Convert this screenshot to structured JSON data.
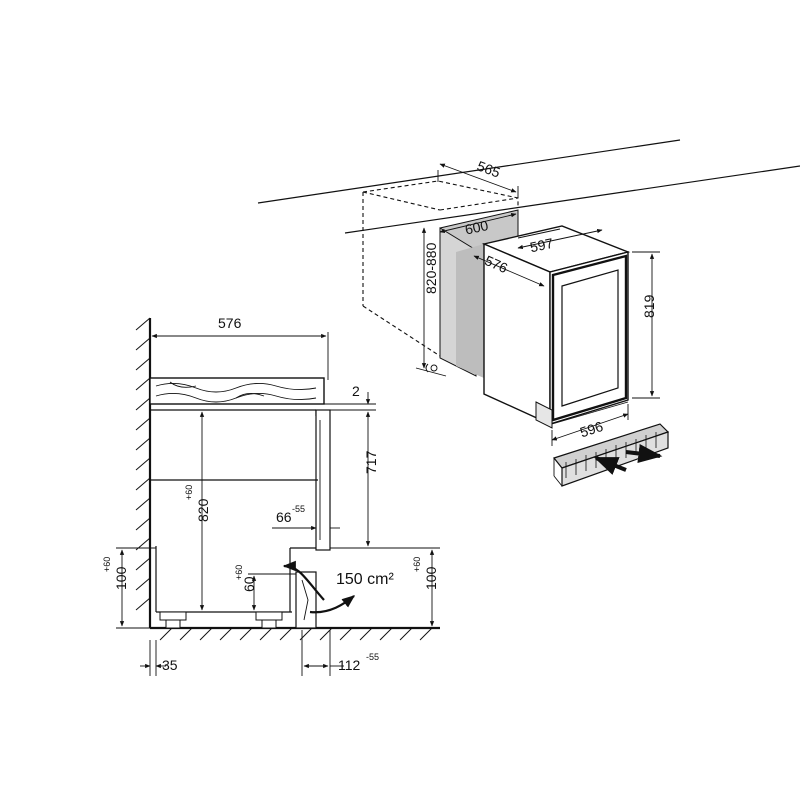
{
  "dimensions": {
    "niche_depth_top": "565",
    "niche_width": "600",
    "appliance_width_top": "597",
    "appliance_depth": "576",
    "niche_height": "820-880",
    "appliance_height": "819",
    "appliance_width_bottom": "596",
    "side_depth": "576",
    "worktop_gap": "2",
    "side_717": "717",
    "side_height": "820",
    "side_height_tol": "+60",
    "vent_66": "66",
    "vent_66_tol": "-55",
    "plinth_height": "60",
    "plinth_height_tol": "+60",
    "vent_area": "150 cm²",
    "left_100": "100",
    "left_100_tol": "+60",
    "right_100": "100",
    "right_100_tol": "+60",
    "bottom_35": "35",
    "bottom_112": "112",
    "bottom_112_tol": "-55"
  },
  "colors": {
    "line": "#111111",
    "niche_shade": "#c8c8c8",
    "panel_shade": "#e6e6e6"
  }
}
